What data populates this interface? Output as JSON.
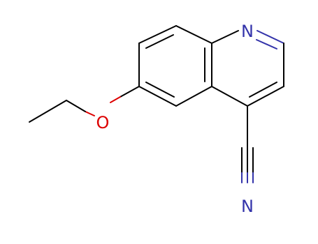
{
  "molecule": {
    "atoms": {
      "ring_nitrogen": {
        "symbol": "N",
        "color": "#3333aa"
      },
      "ether_oxygen": {
        "symbol": "O",
        "color": "#dd0000"
      },
      "nitrile_nitrogen": {
        "symbol": "N",
        "color": "#3333aa"
      }
    },
    "bond_color": "#000000"
  }
}
